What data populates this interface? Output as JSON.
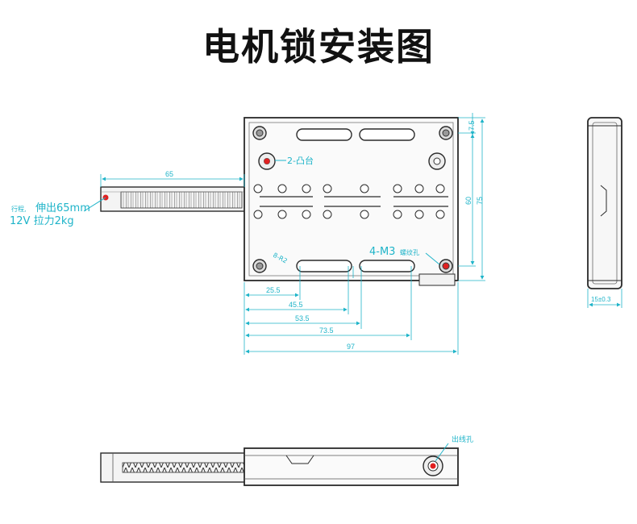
{
  "title": "电机锁安装图",
  "dimensions": {
    "rack_length": "65",
    "width_total": "97",
    "d1": "25.5",
    "d2": "45.5",
    "d3": "53.5",
    "d4": "73.5",
    "height_outer": "75",
    "height_inner": "60",
    "top_small": "7.5",
    "depth": "15±0.3",
    "slot_width": "8-R2"
  },
  "annotations": {
    "center_holes": "2-凸台",
    "mount_holes": "4-M3",
    "mount_holes_suffix": "螺纹孔",
    "stroke_line1_prefix": "行程,",
    "stroke_line1_value": "伸出65mm",
    "stroke_line2": "12V  拉力2kg",
    "side_label": "出线孔"
  },
  "colors": {
    "outline": "#2a2a2a",
    "dimension": "#1fb4c9",
    "marker": "#e02020"
  }
}
